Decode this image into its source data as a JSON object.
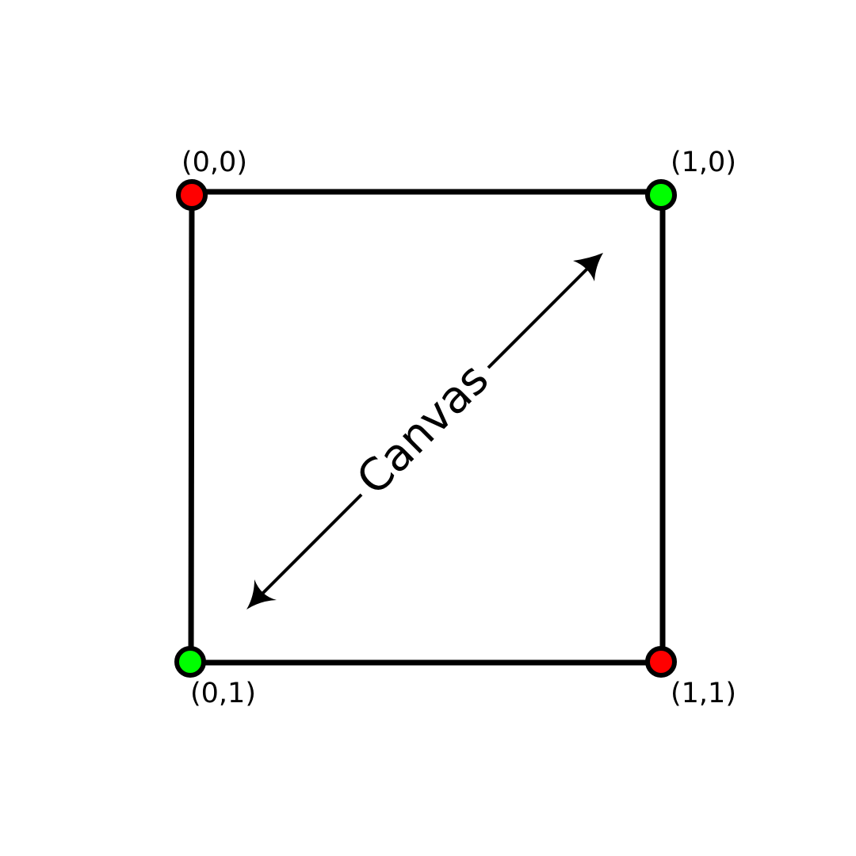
{
  "diagram": {
    "canvas_label": "Canvas",
    "corners": {
      "top_left": {
        "label": "(0,0)",
        "color": "#ff0000"
      },
      "top_right": {
        "label": "(1,0)",
        "color": "#00ff00"
      },
      "bottom_left": {
        "label": "(0,1)",
        "color": "#00ff00"
      },
      "bottom_right": {
        "label": "(1,1)",
        "color": "#ff0000"
      }
    },
    "colors": {
      "stroke": "#000000",
      "background": "#ffffff"
    }
  }
}
